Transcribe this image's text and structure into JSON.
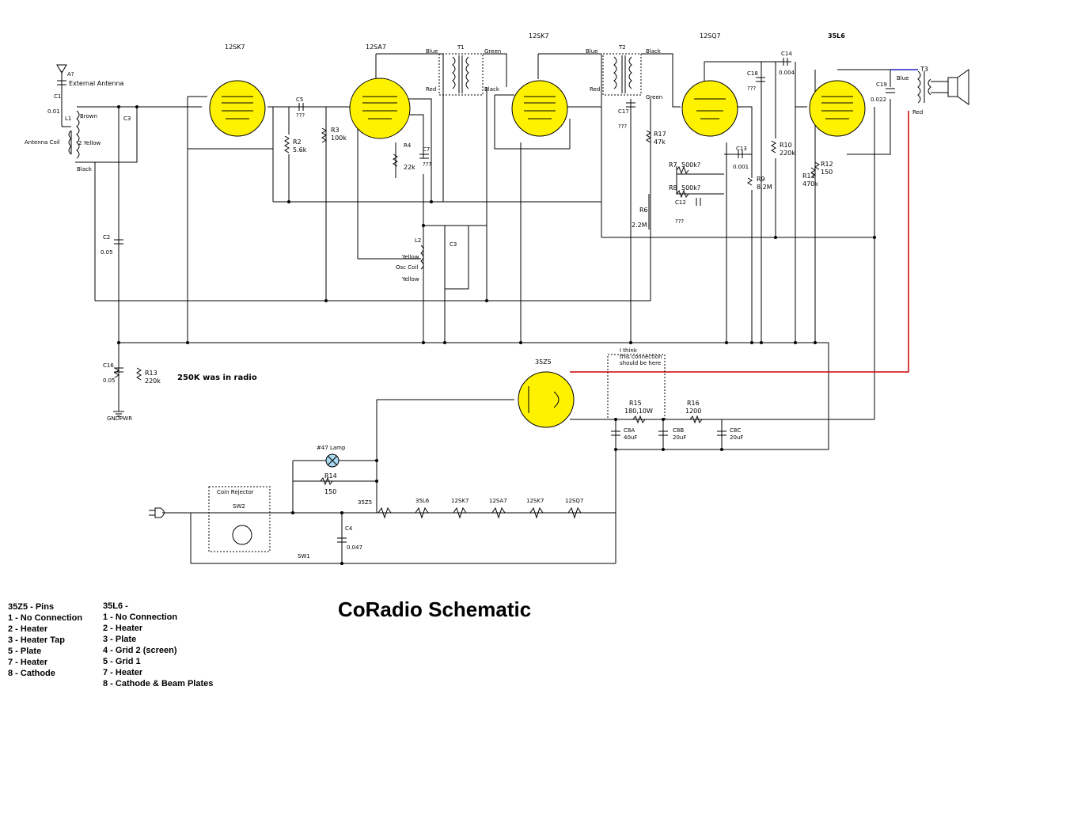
{
  "title": "CoRadio Schematic",
  "tubes": {
    "v1": "12SK7",
    "v2": "12SA7",
    "v3": "12SK7",
    "v4": "12SQ7",
    "v5": "35L6",
    "rect": "35Z5"
  },
  "components": {
    "antenna": "A?",
    "antenna_desc": "External Antenna",
    "c1": "C1",
    "c1_val": "0.01",
    "l1": "L1",
    "l1_desc": "Antenna Coil",
    "brown": "Brown",
    "yellow2": "2 Yellow",
    "black": "Black",
    "c3": "C3",
    "c2": "C2",
    "c2_val": "0.05",
    "c5": "C5",
    "c5_val": "???",
    "r2": "R2",
    "r2_val": "5.6k",
    "r3": "R3",
    "r3_val": "100k",
    "r4": "R4",
    "r4_val": "22k",
    "c7": "C7",
    "c7_val": "???",
    "t1": "T1",
    "blue": "Blue",
    "green": "Green",
    "red": "Red",
    "t2": "T2",
    "l2": "L2",
    "osc_coil": "Osc Coil",
    "yellow": "Yellow",
    "c17": "C17",
    "c17_val": "???",
    "r17": "R17",
    "r17_val": "47k",
    "r7": "R7",
    "r7_val": "500k?",
    "r8": "R8",
    "r8_val": "500k?",
    "c12": "C12",
    "c12_val": "???",
    "r6": "R6",
    "r6_val": "2.2M",
    "c18": "C18",
    "c18_val": "???",
    "c14": "C14",
    "c14_val": "0.004",
    "c13": "C13",
    "c13_val": "0.001",
    "r9": "R9",
    "r9_val": "8.2M",
    "r10": "R10",
    "r10_val": "220k",
    "r11": "R11",
    "r11_val": "470k",
    "r12": "R12",
    "r12_val": "150",
    "c19": "C19",
    "c19_val": "0.022",
    "t3": "T3",
    "c16": "C16",
    "c16_val": "0.05",
    "r13": "R13",
    "r13_val": "220k",
    "r13_note": "250K was in radio",
    "gnd": "GNDPWR",
    "note": [
      "I think",
      "this connection",
      "should be here"
    ],
    "r15": "R15",
    "r15_val": "180,10W",
    "r16": "R16",
    "r16_val": "1200",
    "c8a": "C8A",
    "c8a_val": "40uF",
    "c8b": "C8B",
    "c8b_val": "20uF",
    "c8c": "C8C",
    "c8c_val": "20uF",
    "lamp": "#47 Lamp",
    "r14": "R14",
    "r14_val": "150",
    "coin": "Coin Rejector",
    "sw2": "SW2",
    "sw1": "SW1",
    "c4": "C4",
    "c4_val": "0.047"
  },
  "legend_35z5": {
    "title": "35Z5 - Pins",
    "items": [
      "1 - No Connection",
      "2 - Heater",
      "3 - Heater Tap",
      "5 - Plate",
      "7 - Heater",
      "8 - Cathode"
    ]
  },
  "legend_35l6": {
    "title": "35L6 -",
    "items": [
      "1 - No Connection",
      "2 - Heater",
      "3 - Plate",
      "4 - Grid 2 (screen)",
      "5 - Grid 1",
      "7 - Heater",
      "8 - Cathode & Beam Plates"
    ]
  },
  "colors": {
    "tube": "#fff200",
    "wire": "#000000",
    "red_wire": "#cc0000",
    "blue_wire": "#2222cc",
    "lamp": "#a8d8f0"
  }
}
